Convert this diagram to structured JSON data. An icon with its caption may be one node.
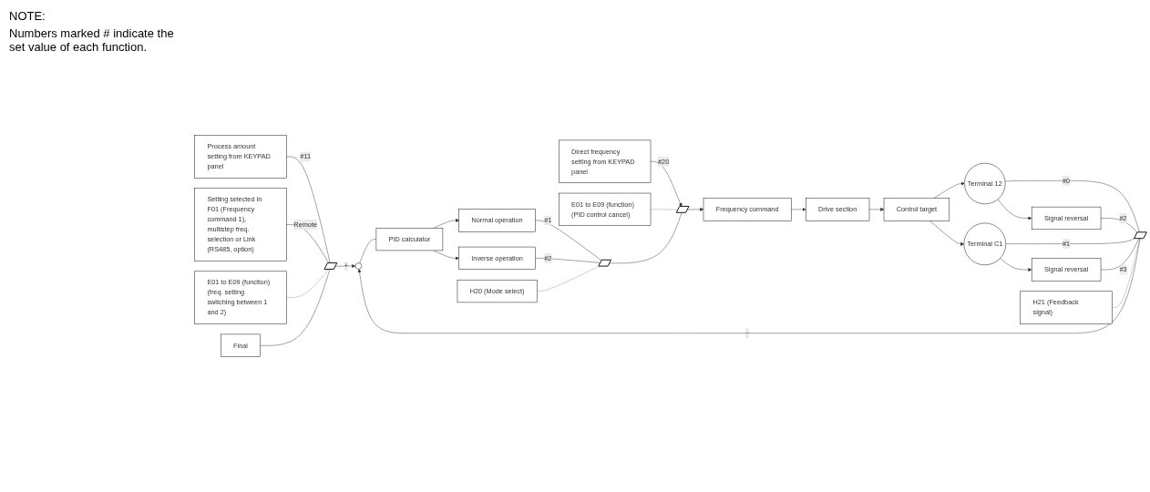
{
  "diagram": {
    "nodes": [
      {
        "text": [
          "E01 to E09 (function) (freq. setting switching between 1 and 2)"
        ]
      },
      {
        "text": [
          "E01 to E09 (function) (PID control cancel)"
        ]
      },
      {
        "text": [
          "Direct frequency setting from KEYPAD panel"
        ]
      },
      {
        "text": [],
        "shape": "switch"
      },
      {
        "text": [
          "Frequency command"
        ]
      },
      {
        "text": [
          "Drive section"
        ]
      },
      {
        "text": [
          "Control target"
        ]
      },
      {
        "text": [
          "Terminal 12"
        ]
      },
      {
        "text": [
          "Process amount setting from KEYPAD panel"
        ]
      },
      {
        "text": [],
        "shape": "switch"
      },
      {
        "text": [],
        "shape": "circle"
      },
      {
        "text": [
          "PID calculator"
        ]
      },
      {
        "text": [
          "Normal operation"
        ]
      },
      {
        "text": [
          "Inverse operation"
        ]
      },
      {
        "text": [],
        "shape": "switch"
      },
      {
        "text": [],
        "shape": "switch"
      },
      {
        "text": [
          "Signal reversal"
        ]
      },
      {
        "text": [
          "Terminal C1"
        ]
      },
      {
        "text": [
          "Signal reversal"
        ]
      },
      {
        "text": [
          "Setting selected in F01 (Frequency command 1), multistep freq. selection or Link (RS485, option)"
        ]
      },
      {
        "text": [
          "H20 (Mode select)"
        ]
      },
      {
        "text": [
          "H21 (Feedback signal)"
        ]
      },
      {
        "text": [
          "Final"
        ]
      }
    ],
    "edges": [
      {
        "from": 2,
        "to": 3,
        "arrow": "to",
        "label": "#20"
      },
      {
        "from": 1,
        "to": 3,
        "arrow": "none",
        "style": "dashed"
      },
      {
        "from": 3,
        "to": 4,
        "arrow": "to"
      },
      {
        "from": 4,
        "to": 5,
        "arrow": "to"
      },
      {
        "from": 5,
        "to": 6,
        "arrow": "to"
      },
      {
        "from": 6,
        "to": 7,
        "arrow": "to"
      },
      {
        "from": 6,
        "to": 17,
        "arrow": "to"
      },
      {
        "from": 8,
        "to": 9,
        "arrow": "none",
        "label": "#11"
      },
      {
        "from": 19,
        "to": 9,
        "arrow": "none",
        "label": "Remote"
      },
      {
        "from": 0,
        "to": 9,
        "arrow": "none",
        "style": "dashed"
      },
      {
        "from": 9,
        "to": 10,
        "arrow": "to",
        "label": "+"
      },
      {
        "from": 10,
        "to": 11,
        "arrow": "none"
      },
      {
        "from": 11,
        "to": 12,
        "arrow": "to"
      },
      {
        "from": 11,
        "to": 13,
        "arrow": "to"
      },
      {
        "from": 12,
        "to": 14,
        "arrow": "none",
        "label": "#1"
      },
      {
        "from": 13,
        "to": 14,
        "arrow": "none",
        "label": "#2"
      },
      {
        "from": 14,
        "to": 3,
        "arrow": "none"
      },
      {
        "from": 20,
        "to": 14,
        "arrow": "none",
        "style": "dashed"
      },
      {
        "from": 7,
        "to": 15,
        "arrow": "none",
        "label": "#0"
      },
      {
        "from": 7,
        "to": 16,
        "arrow": "to"
      },
      {
        "from": 16,
        "to": 15,
        "arrow": "none",
        "label": "#2"
      },
      {
        "from": 17,
        "to": 15,
        "arrow": "none",
        "label": "#1"
      },
      {
        "from": 17,
        "to": 18,
        "arrow": "to"
      },
      {
        "from": 18,
        "to": 15,
        "arrow": "none",
        "label": "#3"
      },
      {
        "from": 21,
        "to": 15,
        "arrow": "none",
        "style": "dashed"
      },
      {
        "from": 15,
        "to": 10,
        "arrow": "to",
        "label": "−"
      },
      {
        "from": 22,
        "to": 9,
        "arrow": "none"
      }
    ],
    "labels": [
      "NOTE:",
      "Numbers marked # indicate the set value of each function."
    ]
  }
}
